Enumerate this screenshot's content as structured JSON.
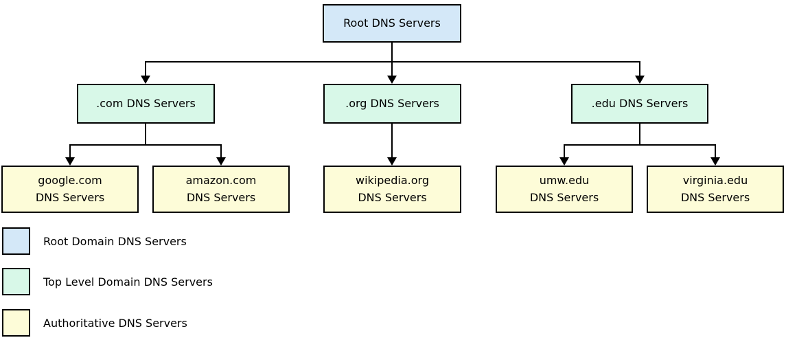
{
  "diagram": {
    "nodes": {
      "root": {
        "label": "Root DNS Servers"
      },
      "com": {
        "label": ".com DNS Servers"
      },
      "org": {
        "label": ".org DNS Servers"
      },
      "edu": {
        "label": ".edu DNS Servers"
      },
      "google": {
        "line1": "google.com",
        "line2": "DNS Servers"
      },
      "amazon": {
        "line1": "amazon.com",
        "line2": "DNS Servers"
      },
      "wikipedia": {
        "line1": "wikipedia.org",
        "line2": "DNS Servers"
      },
      "umw": {
        "line1": "umw.edu",
        "line2": "DNS Servers"
      },
      "virginia": {
        "line1": "virginia.edu",
        "line2": "DNS Servers"
      }
    },
    "colors": {
      "root_fill": "#d4e8f8",
      "tld_fill": "#d8f8e8",
      "auth_fill": "#fdfcd8",
      "line": "#000000"
    },
    "legend": [
      {
        "label": "Root Domain DNS Servers"
      },
      {
        "label": "Top Level Domain DNS Servers"
      },
      {
        "label": "Authoritative DNS Servers"
      }
    ]
  }
}
